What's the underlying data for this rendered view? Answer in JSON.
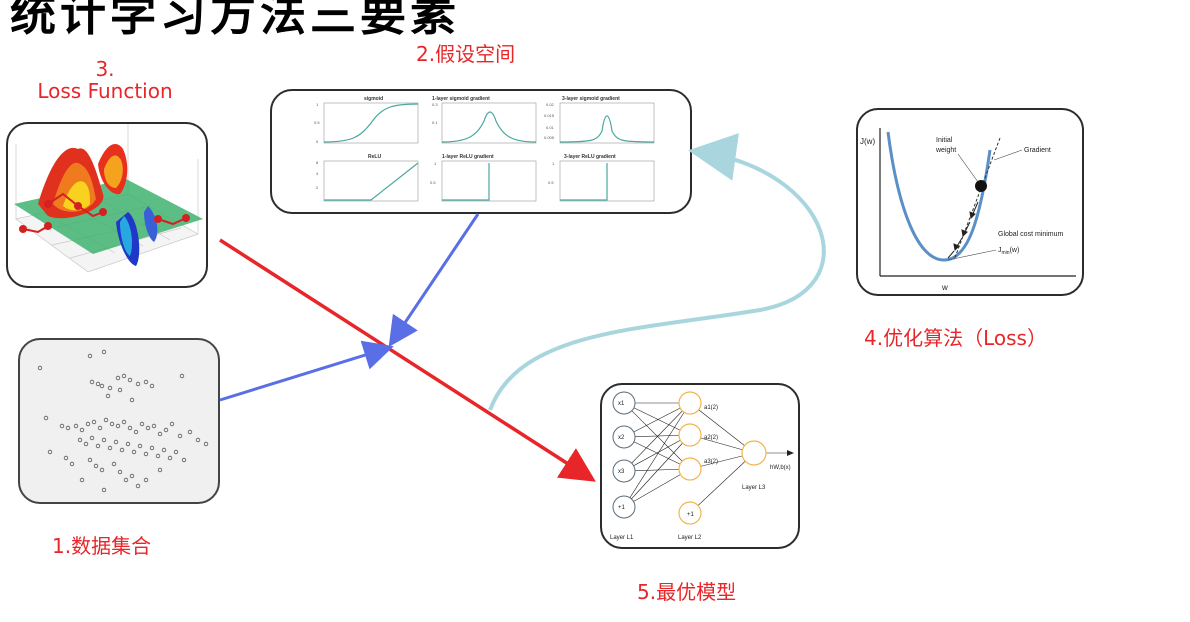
{
  "page_title": "统计学习方法三要素",
  "labels": {
    "loss": "3.\nLoss Function",
    "loss_number": "3.",
    "loss_text": "Loss Function",
    "hypothesis": "2.假设空间",
    "data": "1.数据集合",
    "optimize": "4.优化算法（Loss）",
    "model": "5.最优模型"
  },
  "hypothesis_plots": {
    "titles": [
      "sigmoid",
      "1-layer sigmoid gradient",
      "3-layer sigmoid gradient",
      "ReLU",
      "1-layer ReLU gradient",
      "3-layer ReLU gradient"
    ]
  },
  "gradient_plot": {
    "ylabel": "J(w)",
    "xlabel": "w",
    "initial": "Initial\nweight",
    "initial_1": "Initial",
    "initial_2": "weight",
    "gradient": "Gradient",
    "global_min": "Global cost minimum",
    "jmin": "J",
    "jmin_sub": "min",
    "jmin_tail": "(w)"
  },
  "network": {
    "inputs": [
      "x1",
      "x2",
      "x3",
      "+1"
    ],
    "layer1": "Layer L1",
    "layer2": "Layer L2",
    "layer3": "Layer L3",
    "hidden": [
      "a1(2)",
      "a2(2)",
      "a3(2)"
    ],
    "output": "hW,b(x)"
  },
  "colors": {
    "accent_red": "#e8262a",
    "arrow_blue": "#5a6ee6",
    "arrow_cyan": "#a9d6de",
    "curve_blue": "#5b8fc7",
    "node_orange": "#f2b450"
  }
}
